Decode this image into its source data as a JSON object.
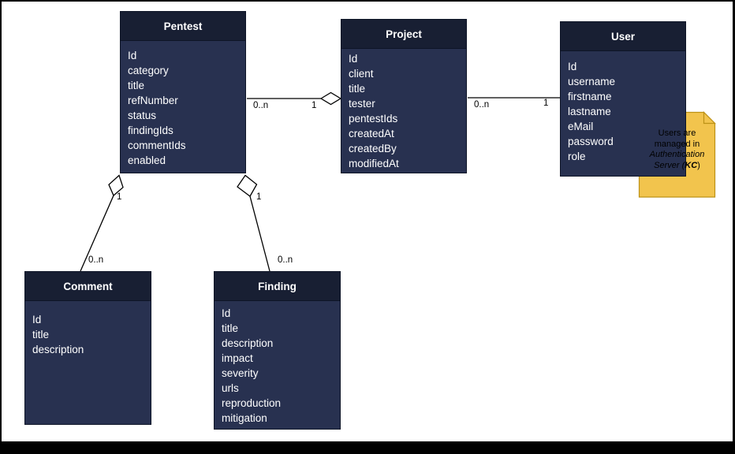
{
  "frame": {
    "background": "#000000",
    "canvas_background": "#ffffff"
  },
  "colors": {
    "entity_header_bg": "#181f33",
    "entity_body_bg": "#283150",
    "entity_border": "#0e1527",
    "entity_text": "#ffffff",
    "connector": "#000000",
    "multiplicity_text": "#000000",
    "note_bg": "#f2c44d",
    "note_border": "#bd9217",
    "note_text": "#000000"
  },
  "entities": [
    {
      "id": "pentest",
      "title": "Pentest",
      "fields": [
        "Id",
        "category",
        "title",
        "refNumber",
        "status",
        "findingIds",
        "commentIds",
        "enabled"
      ]
    },
    {
      "id": "project",
      "title": "Project",
      "fields": [
        "Id",
        "client",
        "title",
        "tester",
        "pentestIds",
        "createdAt",
        "createdBy",
        "modifiedAt"
      ]
    },
    {
      "id": "user",
      "title": "User",
      "fields": [
        "Id",
        "username",
        "firstname",
        "lastname",
        "eMail",
        "password",
        "role"
      ]
    },
    {
      "id": "comment",
      "title": "Comment",
      "fields": [
        "Id",
        "title",
        "description"
      ]
    },
    {
      "id": "finding",
      "title": "Finding",
      "fields": [
        "Id",
        "title",
        "description",
        "impact",
        "severity",
        "urls",
        "reproduction",
        "mitigation"
      ]
    }
  ],
  "connections": [
    {
      "id": "pentest-project",
      "from": "Pentest",
      "to": "Project",
      "from_label": "0..n",
      "to_label": "1",
      "aggregation_end": "Project"
    },
    {
      "id": "project-user",
      "from": "Project",
      "to": "User",
      "from_label": "0..n",
      "to_label": "1",
      "aggregation_end": null
    },
    {
      "id": "pentest-comment",
      "from": "Pentest",
      "to": "Comment",
      "from_label": "1",
      "to_label": "0..n",
      "aggregation_end": "Pentest"
    },
    {
      "id": "pentest-finding",
      "from": "Pentest",
      "to": "Finding",
      "from_label": "1",
      "to_label": "0..n",
      "aggregation_end": "Pentest"
    }
  ],
  "note": {
    "text_regular": "Users are managed in",
    "text_italic": "Authentication Server",
    "text_open_paren": "(",
    "text_bold_italic": "KC",
    "text_close_paren": ")"
  }
}
